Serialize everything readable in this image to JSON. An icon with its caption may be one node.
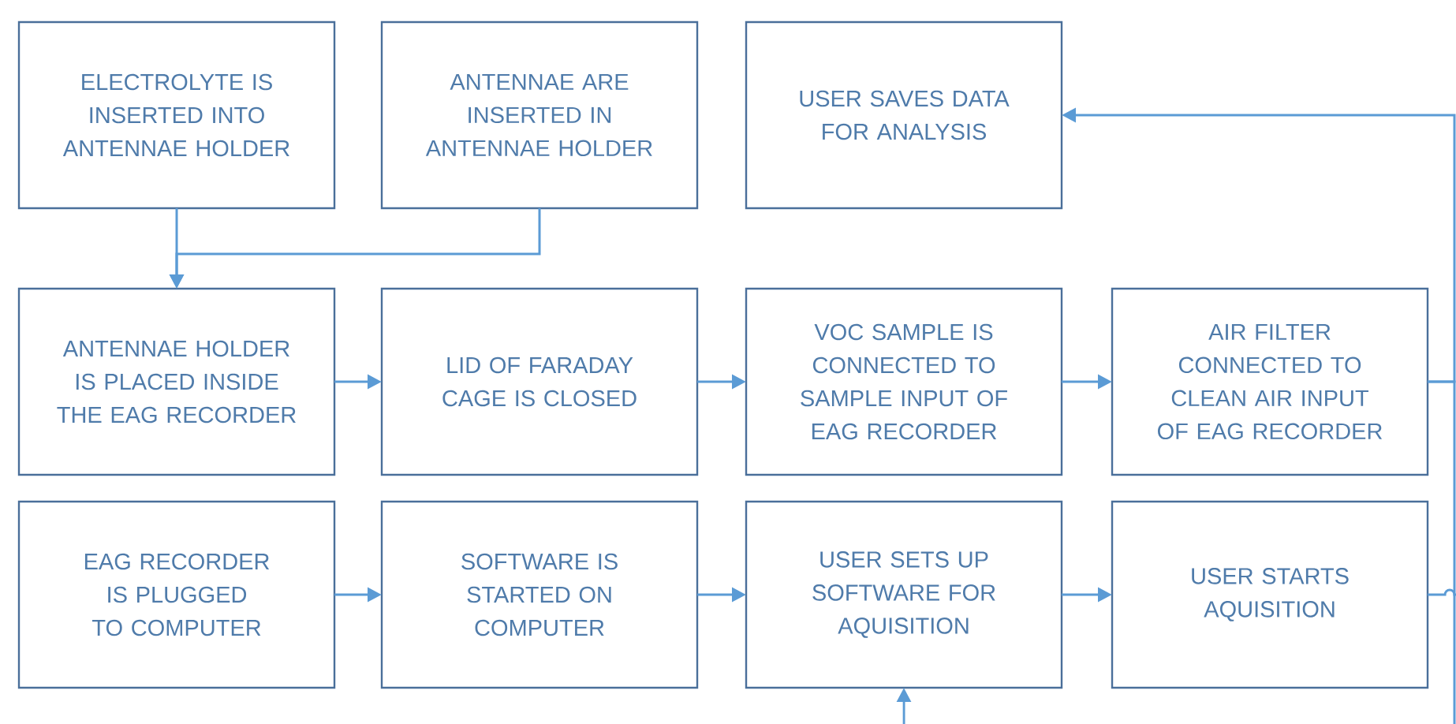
{
  "diagram": {
    "nodes": [
      {
        "text": [
          "ELECTROLYTE IS INSERTED INTO ANTENNAE HOLDER"
        ]
      },
      {
        "text": [
          "ANTENNAE ARE INSERTED IN ANTENNAE HOLDER"
        ]
      },
      {
        "text": [
          "USER SAVES DATA FOR ANALYSIS"
        ]
      },
      {
        "text": [
          "ANTENNAE HOLDER IS PLACED INSIDE THE EAG RECORDER"
        ]
      },
      {
        "text": [
          "LID OF FARADAY CAGE IS CLOSED"
        ]
      },
      {
        "text": [
          "VOC SAMPLE IS CONNECTED TO SAMPLE INPUT OF EAG RECORDER"
        ]
      },
      {
        "text": [
          "AIR FILTER CONNECTED TO CLEAN AIR INPUT OF EAG RECORDER"
        ]
      },
      {
        "text": [
          "EAG RECORDER IS PLUGGED TO COMPUTER"
        ]
      },
      {
        "text": [
          "SOFTWARE IS STARTED ON COMPUTER"
        ]
      },
      {
        "text": [
          "USER SETS UP SOFTWARE FOR AQUISITION"
        ]
      },
      {
        "text": [
          "USER STARTS AQUISITION"
        ]
      }
    ],
    "edges": [
      {
        "from": 0,
        "to": 3,
        "arrow": "to"
      },
      {
        "from": 1,
        "to": 3,
        "arrow": "to"
      },
      {
        "from": 3,
        "to": 4,
        "arrow": "to"
      },
      {
        "from": 4,
        "to": 5,
        "arrow": "to"
      },
      {
        "from": 5,
        "to": 6,
        "arrow": "to"
      },
      {
        "from": 7,
        "to": 8,
        "arrow": "to"
      },
      {
        "from": 8,
        "to": 9,
        "arrow": "to"
      },
      {
        "from": 9,
        "to": 10,
        "arrow": "to"
      },
      {
        "from": 6,
        "to": 2,
        "arrow": "to"
      },
      {
        "from": 6,
        "to": 9,
        "arrow": "to"
      },
      {
        "from": 10,
        "to": null,
        "arrow": "none"
      }
    ]
  }
}
